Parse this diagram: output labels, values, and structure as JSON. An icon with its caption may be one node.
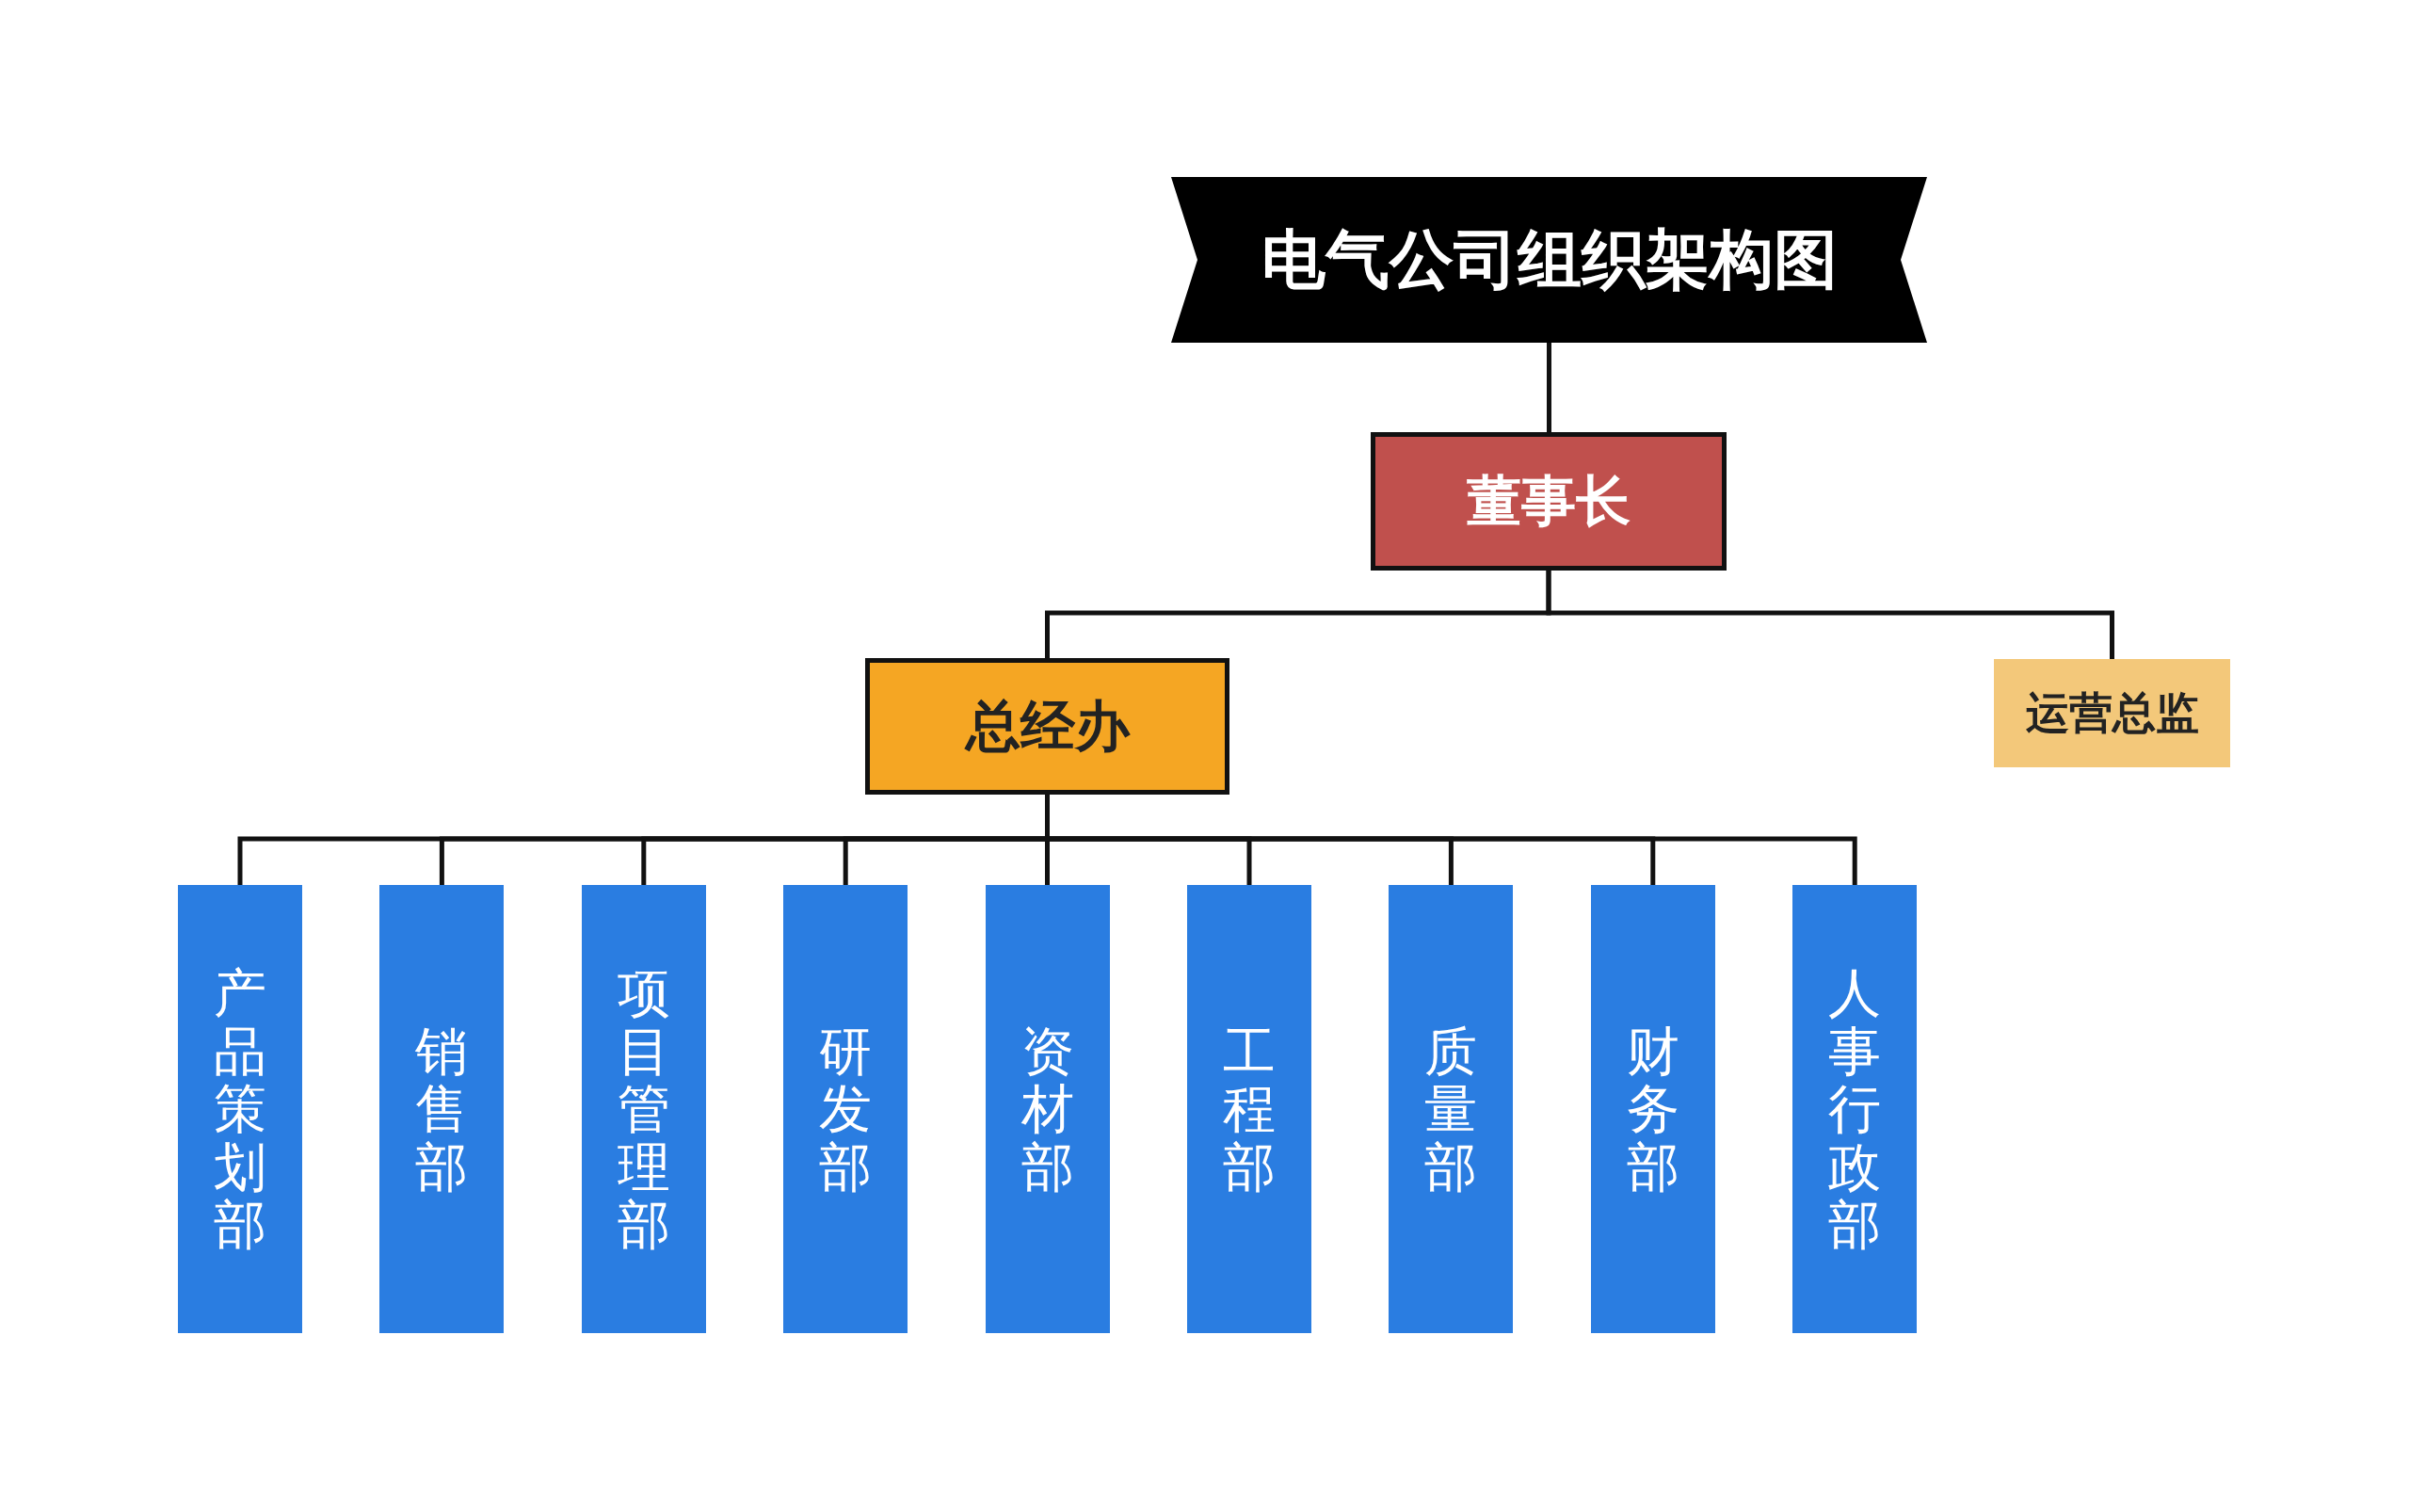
{
  "diagram": {
    "nodes": [
      {
        "text": [
          "电气公司组织架构图"
        ]
      },
      {
        "text": [
          "董事长"
        ]
      },
      {
        "text": [
          "总经办"
        ]
      },
      {
        "text": [
          "运营总监"
        ]
      },
      {
        "text": [
          "产品策划部"
        ]
      },
      {
        "text": [
          "销售部"
        ]
      },
      {
        "text": [
          "项目管理部"
        ]
      },
      {
        "text": [
          "研发部"
        ]
      },
      {
        "text": [
          "资材部"
        ]
      },
      {
        "text": [
          "工程部"
        ]
      },
      {
        "text": [
          "质量部"
        ]
      },
      {
        "text": [
          "财务部"
        ]
      },
      {
        "text": [
          "人事行政部"
        ]
      }
    ],
    "edges": [
      {
        "from": 0,
        "to": 1,
        "arrow": "none"
      },
      {
        "from": 1,
        "to": 2,
        "arrow": "none"
      },
      {
        "from": 1,
        "to": 3,
        "arrow": "none"
      },
      {
        "from": 2,
        "to": 4,
        "arrow": "none"
      },
      {
        "from": 2,
        "to": 5,
        "arrow": "none"
      },
      {
        "from": 2,
        "to": 6,
        "arrow": "none"
      },
      {
        "from": 2,
        "to": 7,
        "arrow": "none"
      },
      {
        "from": 2,
        "to": 8,
        "arrow": "none"
      },
      {
        "from": 2,
        "to": 9,
        "arrow": "none"
      },
      {
        "from": 2,
        "to": 10,
        "arrow": "none"
      },
      {
        "from": 2,
        "to": 11,
        "arrow": "none"
      },
      {
        "from": 2,
        "to": 12,
        "arrow": "none"
      }
    ]
  }
}
